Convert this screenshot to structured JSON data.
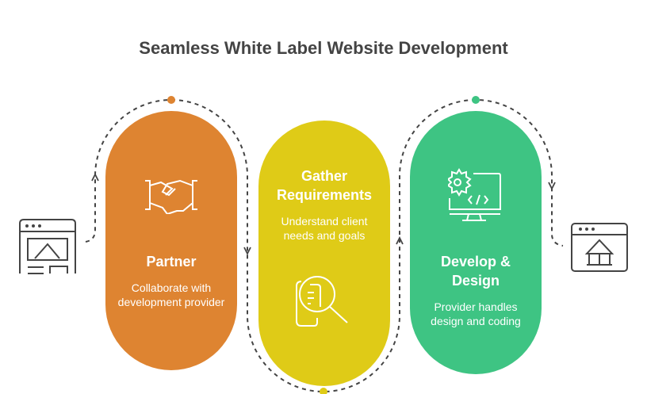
{
  "title": "Seamless White Label Website Development",
  "colors": {
    "partner": "#DE8431",
    "gather": "#DFCB17",
    "develop": "#3EC483",
    "line": "#444444"
  },
  "steps": [
    {
      "title": "Partner",
      "description": "Collaborate with development provider",
      "icon": "handshake-icon"
    },
    {
      "title": "Gather Requirements",
      "description": "Understand client needs and goals",
      "icon": "document-search-icon"
    },
    {
      "title": "Develop & Design",
      "description": "Provider handles design and coding",
      "icon": "gear-code-monitor-icon"
    }
  ],
  "start_icon": "website-layout-icon",
  "end_icon": "website-bank-icon"
}
